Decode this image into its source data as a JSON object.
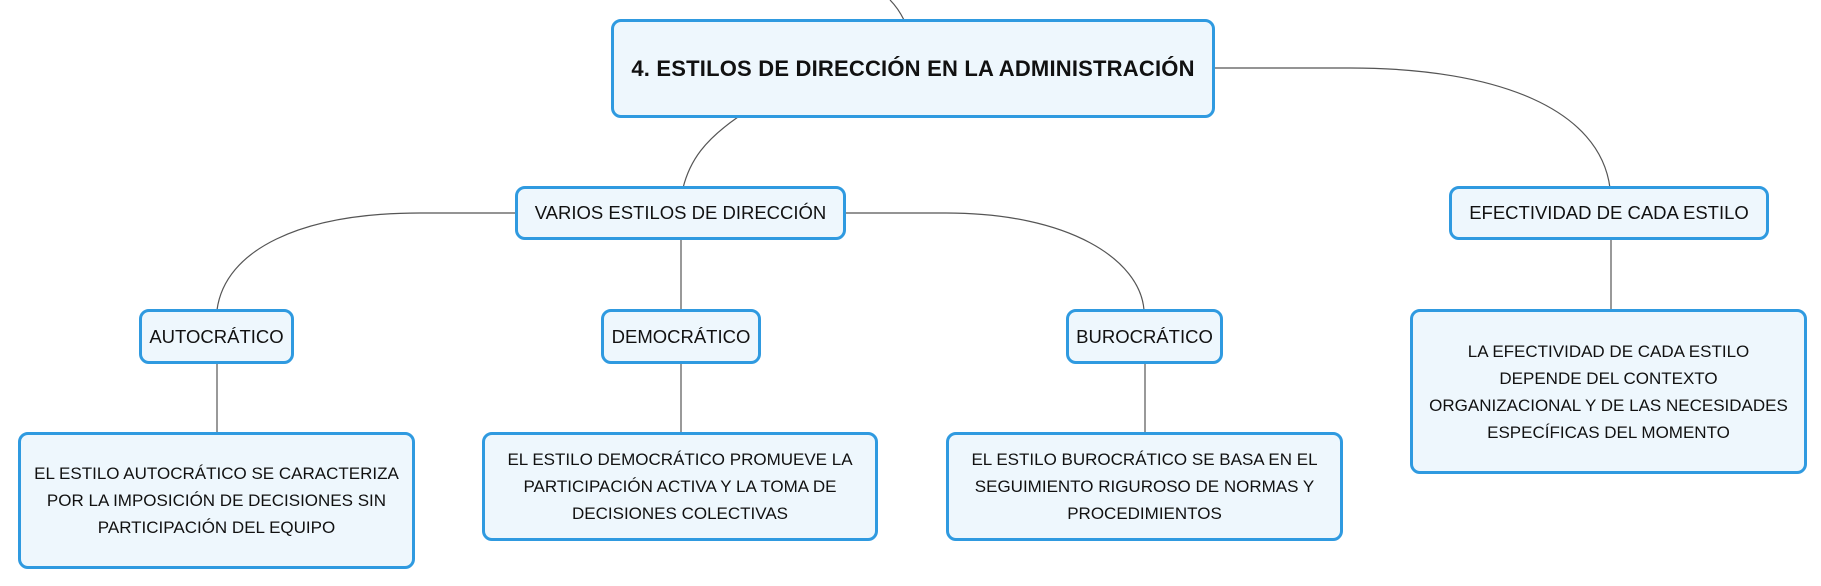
{
  "colors": {
    "node_border": "#2f9ae0",
    "node_fill": "#eef7fd",
    "connector": "#555555",
    "text": "#111111"
  },
  "root": {
    "label": "4. ESTILOS DE DIRECCIÓN EN LA ADMINISTRACIÓN"
  },
  "branches": {
    "varios": {
      "label": "VARIOS ESTILOS DE DIRECCIÓN",
      "children": [
        {
          "label": "AUTOCRÁTICO",
          "description": "EL ESTILO AUTOCRÁTICO SE CARACTERIZA POR LA IMPOSICIÓN DE DECISIONES SIN PARTICIPACIÓN DEL EQUIPO"
        },
        {
          "label": "DEMOCRÁTICO",
          "description": "EL ESTILO DEMOCRÁTICO PROMUEVE LA PARTICIPACIÓN ACTIVA Y LA TOMA DE DECISIONES COLECTIVAS"
        },
        {
          "label": "BUROCRÁTICO",
          "description": "EL ESTILO BUROCRÁTICO SE BASA EN EL SEGUIMIENTO RIGUROSO DE NORMAS Y PROCEDIMIENTOS"
        }
      ]
    },
    "efectividad": {
      "label": "EFECTIVIDAD DE CADA ESTILO",
      "description": "LA EFECTIVIDAD DE CADA ESTILO DEPENDE DEL CONTEXTO ORGANIZACIONAL Y DE LAS NECESIDADES ESPECÍFICAS DEL MOMENTO"
    }
  }
}
